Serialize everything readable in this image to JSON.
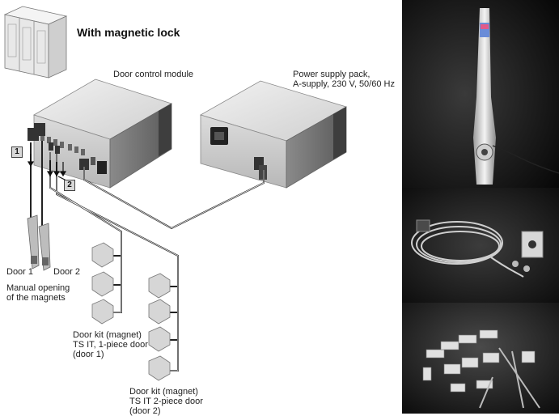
{
  "diagram": {
    "title": "With magnetic lock",
    "labels": {
      "door_control_module": "Door control module",
      "power_supply_line1": "Power supply pack,",
      "power_supply_line2": "A-supply, 230 V, 50/60 Hz",
      "door1": "Door 1",
      "door2": "Door 2",
      "manual_line1": "Manual opening",
      "manual_line2": "of the magnets",
      "kit1_line1": "Door kit (magnet)",
      "kit1_line2": "TS IT, 1-piece door",
      "kit1_line3": "(door 1)",
      "kit2_line1": "Door kit (magnet)",
      "kit2_line2": "TS IT 2-piece door",
      "kit2_line3": "(door 2)"
    },
    "callouts": {
      "c1": "1",
      "c2": "2"
    }
  },
  "photos": {
    "background": "#0b0b0b",
    "items": [
      {
        "name": "door-handle-photo"
      },
      {
        "name": "cable-bracket-photo"
      },
      {
        "name": "door-kit-parts-photo"
      }
    ]
  }
}
